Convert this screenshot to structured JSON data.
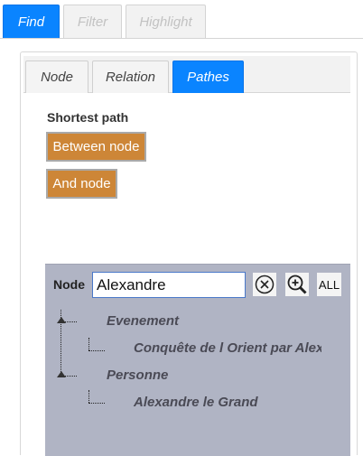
{
  "top_tabs": [
    {
      "label": "Find",
      "active": true
    },
    {
      "label": "Filter",
      "active": false
    },
    {
      "label": "Highlight",
      "active": false
    }
  ],
  "sub_tabs": [
    {
      "label": "Node",
      "active": false
    },
    {
      "label": "Relation",
      "active": false
    },
    {
      "label": "Pathes",
      "active": true
    }
  ],
  "shortest_path": {
    "title": "Shortest path",
    "between_button": "Between node",
    "and_button": "And node"
  },
  "search": {
    "label": "Node",
    "value": "Alexandre",
    "clear_icon": "circle-x-icon",
    "zoom_icon": "zoom-in-icon",
    "all_label": "ALL"
  },
  "tree": {
    "groups": [
      {
        "label": "Evenement",
        "children": [
          "Conquête de l Orient par Alex"
        ]
      },
      {
        "label": "Personne",
        "children": [
          "Alexandre le Grand"
        ]
      }
    ]
  },
  "colors": {
    "accent": "#0a84ff",
    "button_orange": "#cd8637",
    "results_panel": "#b0b4c4"
  }
}
